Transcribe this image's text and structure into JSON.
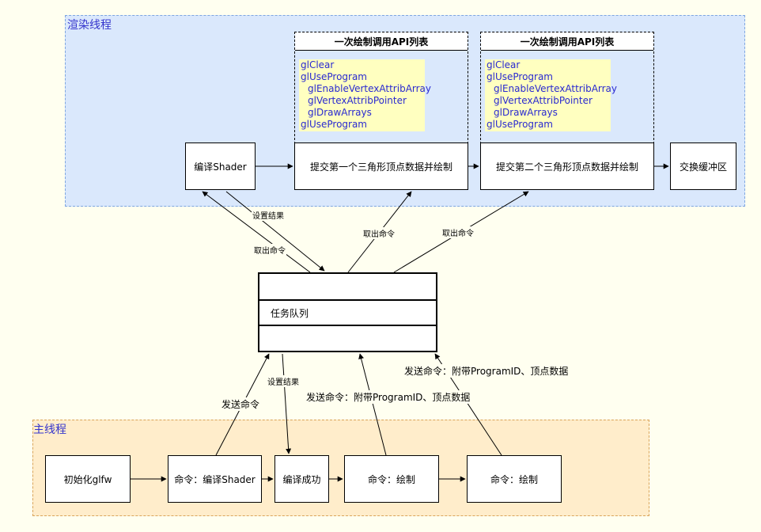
{
  "render_thread": {
    "title": "渲染线程",
    "panels": [
      {
        "header": "一次绘制调用API列表",
        "calls": [
          "glClear",
          "glUseProgram",
          "glEnableVertexAttribArray",
          "glVertexAttribPointer",
          "glDrawArrays",
          "glUseProgram"
        ]
      },
      {
        "header": "一次绘制调用API列表",
        "calls": [
          "glClear",
          "glUseProgram",
          "glEnableVertexAttribArray",
          "glVertexAttribPointer",
          "glDrawArrays",
          "glUseProgram"
        ]
      }
    ],
    "nodes": {
      "compile_shader": "编译Shader",
      "submit_first": "提交第一个三角形顶点数据并绘制",
      "submit_second": "提交第二个三角形顶点数据并绘制",
      "swap_buffers": "交换缓冲区"
    }
  },
  "task_queue": {
    "label": "任务队列"
  },
  "main_thread": {
    "title": "主线程",
    "nodes": {
      "init_glfw": "初始化glfw",
      "cmd_compile": "命令：编译Shader",
      "compile_ok": "编译成功",
      "cmd_draw_1": "命令：绘制",
      "cmd_draw_2": "命令：绘制"
    }
  },
  "edge_labels": {
    "set_result_top": "设置结果",
    "fetch_cmd_left": "取出命令",
    "fetch_cmd_mid": "取出命令",
    "fetch_cmd_right": "取出命令",
    "send_cmd": "发送命令",
    "set_result_bottom": "设置结果",
    "send_cmd_program_1": "发送命令：附带ProgramID、顶点数据",
    "send_cmd_program_2": "发送命令：附带ProgramID、顶点数据"
  }
}
